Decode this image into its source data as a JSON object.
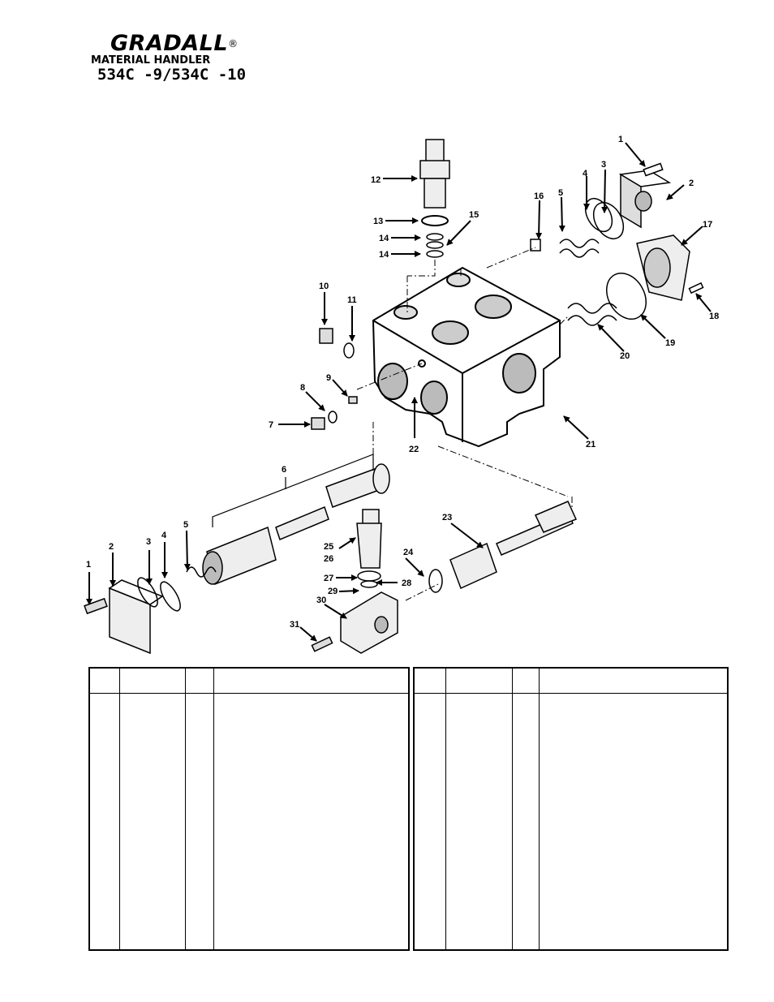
{
  "header": {
    "brand": "GRADALL",
    "registered_mark": "®",
    "subtitle": "MATERIAL HANDLER",
    "model": "534C -9/534C -10"
  },
  "diagram": {
    "callouts": [
      "1",
      "2",
      "3",
      "4",
      "5",
      "6",
      "7",
      "8",
      "9",
      "10",
      "11",
      "12",
      "13",
      "14",
      "15",
      "16",
      "17",
      "18",
      "19",
      "20",
      "21",
      "22",
      "23",
      "24",
      "25",
      "26",
      "27",
      "28",
      "29",
      "30",
      "31"
    ]
  },
  "parts_table": {
    "left": {
      "headers": [
        "",
        "",
        "",
        ""
      ],
      "rows": []
    },
    "right": {
      "headers": [
        "",
        "",
        "",
        ""
      ],
      "rows": []
    }
  }
}
